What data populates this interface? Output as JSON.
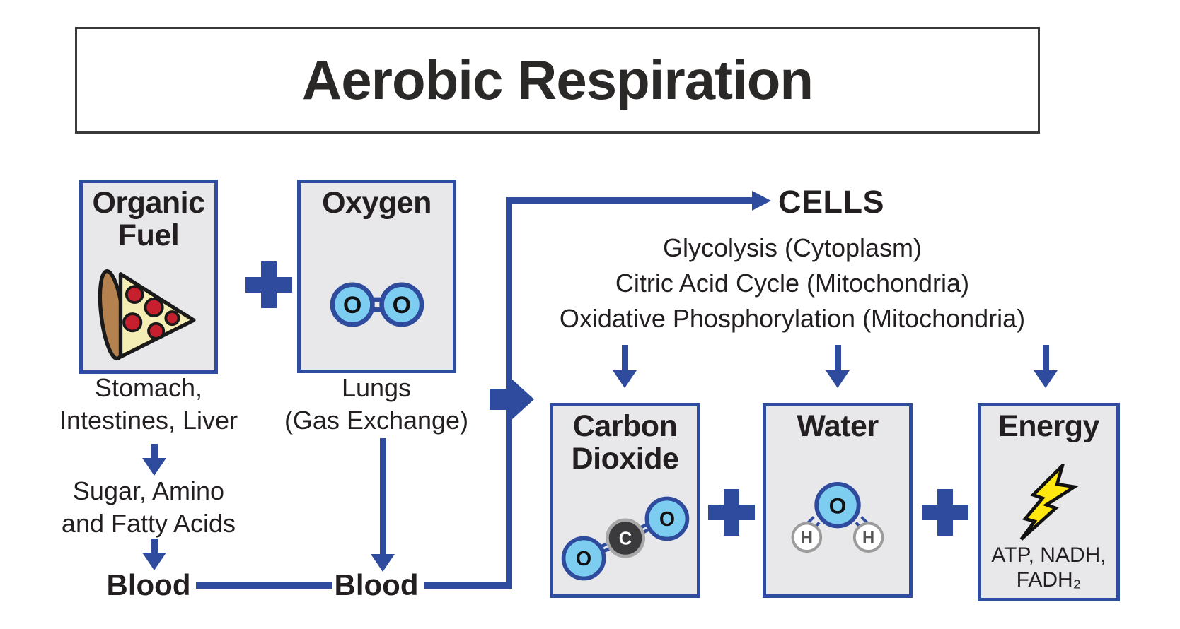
{
  "title": "Aerobic Respiration",
  "colors": {
    "accent_blue": "#2e4b9e",
    "box_border": "#2e4da1",
    "box_fill": "#e8e8ea",
    "atom_blue": "#7dcdf1",
    "carbon_gray": "#3b3b3d",
    "bolt_yellow": "#ffe70f",
    "text_dark": "#231f20"
  },
  "plus_sign": "+",
  "reactants": {
    "organic_fuel_label": "Organic Fuel",
    "oxygen_label": "Oxygen",
    "oxygen_atoms": [
      "O",
      "O"
    ]
  },
  "left_path": {
    "organs_line1": "Stomach,",
    "organs_line2": "Intestines, Liver",
    "nutrients_line1": "Sugar, Amino",
    "nutrients_line2": "and Fatty Acids",
    "blood": "Blood"
  },
  "lung_path": {
    "line1": "Lungs",
    "line2": "(Gas Exchange)",
    "blood": "Blood"
  },
  "cells": {
    "label": "CELLS",
    "processes": [
      "Glycolysis (Cytoplasm)",
      "Citric Acid Cycle (Mitochondria)",
      "Oxidative Phosphorylation (Mitochondria)"
    ]
  },
  "products": {
    "carbon_dioxide": {
      "label": "Carbon Dioxide",
      "atoms": [
        "O",
        "C",
        "O"
      ]
    },
    "water": {
      "label": "Water",
      "atoms": {
        "oxygen": "O",
        "hydrogen_left": "H",
        "hydrogen_right": "H"
      }
    },
    "energy": {
      "label": "Energy",
      "sub_line1": "ATP, NADH,",
      "sub_line2": "FADH₂"
    }
  }
}
